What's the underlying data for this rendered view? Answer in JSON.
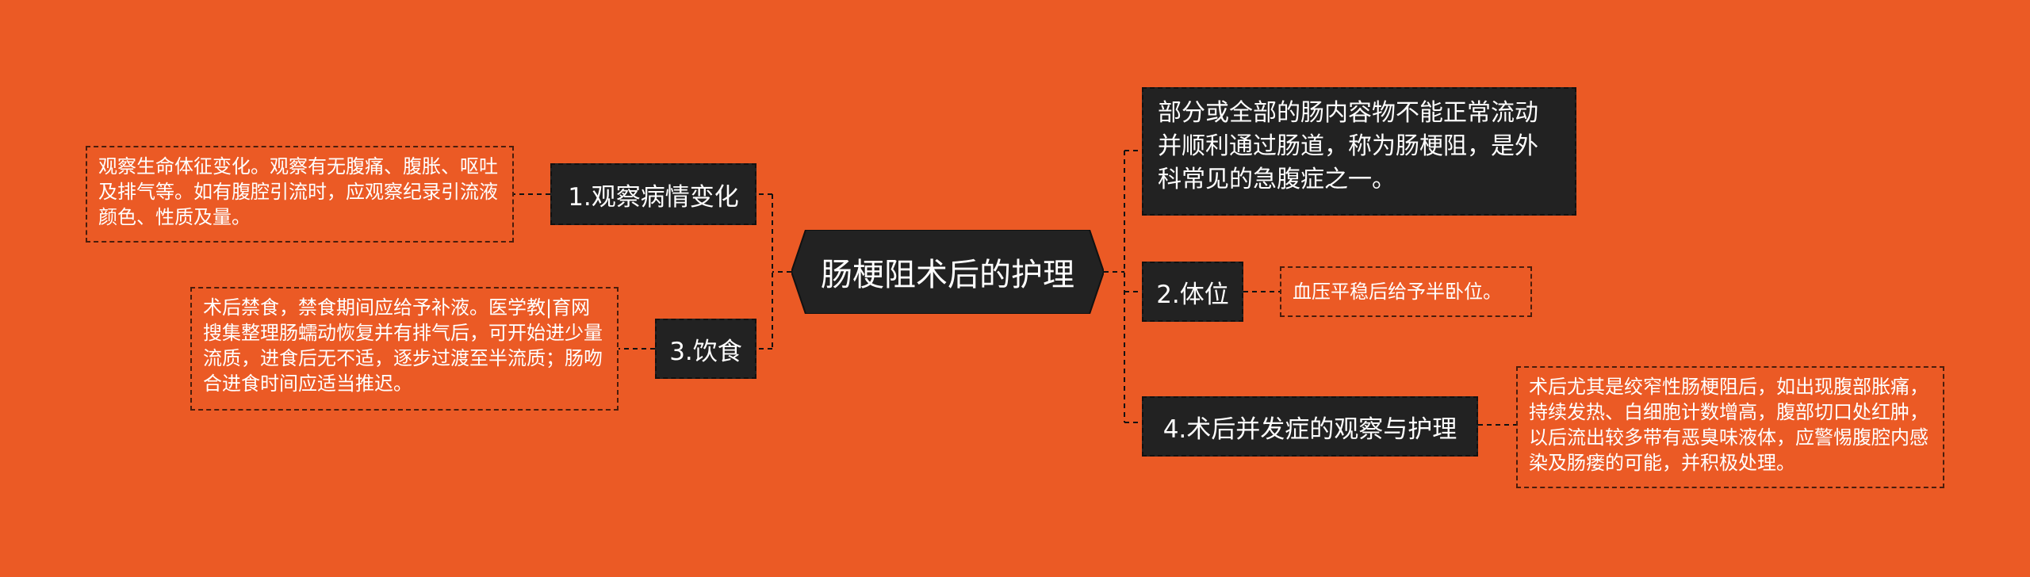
{
  "central": "肠梗阻术后的护理",
  "right": {
    "intro": "部分或全部的肠内容物不能正常流动并顺利通过肠道，称为肠梗阻，是外科常见的急腹症之一。",
    "posture": {
      "label": "2.体位",
      "detail": "血压平稳后给予半卧位。"
    },
    "complications": {
      "label": "4.术后并发症的观察与护理",
      "detail": "术后尤其是绞窄性肠梗阻后，如出现腹部胀痛，持续发热、白细胞计数增高，腹部切口处红肿，以后流出较多带有恶臭味液体，应警惕腹腔内感染及肠瘘的可能，并积极处理。"
    }
  },
  "left": {
    "observe": {
      "label": "1.观察病情变化",
      "detail": "观察生命体征变化。观察有无腹痛、腹胀、呕吐及排气等。如有腹腔引流时，应观察纪录引流液颜色、性质及量。"
    },
    "diet": {
      "label": "3.饮食",
      "detail": "术后禁食，禁食期间应给予补液。医学教|育网搜集整理肠蠕动恢复并有排气后，可开始进少量流质，进食后无不适，逐步过渡至半流质；肠吻合进食时间应适当推迟。"
    }
  }
}
